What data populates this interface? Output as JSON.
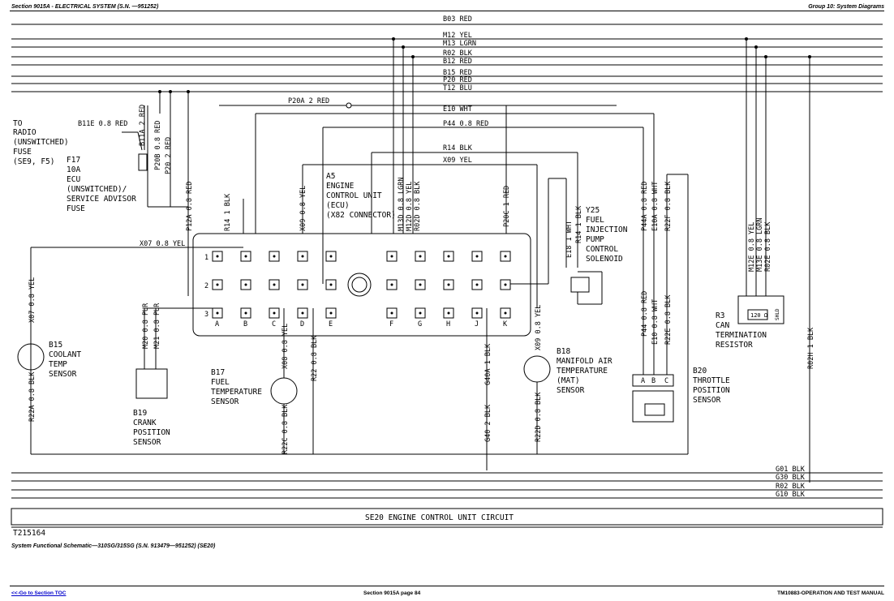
{
  "header": {
    "left": "Section 9015A - ELECTRICAL SYSTEM (S.N. —951252)",
    "right": "Group 10: System Diagrams"
  },
  "wires_top": [
    {
      "label": "B03 RED"
    },
    {
      "label": "M12 YEL"
    },
    {
      "label": "M13 LGRN"
    },
    {
      "label": "R02 BLK"
    },
    {
      "label": "B12 RED"
    },
    {
      "label": "B15 RED"
    },
    {
      "label": "P20 RED"
    },
    {
      "label": "T12 BLU"
    },
    {
      "label": "P20A 2 RED"
    },
    {
      "label": "E10 WHT"
    },
    {
      "label": "P44 0.8 RED"
    },
    {
      "label": "R14 BLK"
    },
    {
      "label": "X09 YEL"
    }
  ],
  "wires_bottom": [
    "G01 BLK",
    "G30 BLK",
    "R02 BLK",
    "G10 BLK"
  ],
  "radio_fuse": {
    "lines": [
      "TO",
      "RADIO",
      "(UNSWITCHED)",
      "FUSE",
      "(SE9, F5)"
    ],
    "wire": "B11E 0.8 RED"
  },
  "f17": {
    "lines": [
      "F17",
      "10A",
      "ECU",
      "(UNSWITCHED)/",
      "SERVICE ADVISOR",
      "FUSE"
    ]
  },
  "ecu": {
    "lines": [
      "A5",
      "ENGINE",
      "CONTROL UNIT",
      "(ECU)",
      "(X82 CONNECTOR)"
    ]
  },
  "connector": {
    "columns": [
      "A",
      "B",
      "C",
      "D",
      "E",
      "F",
      "G",
      "H",
      "J",
      "K"
    ],
    "rows": [
      "1",
      "2",
      "3"
    ]
  },
  "vertical_labels": {
    "b11a": "B11A 2 RED",
    "p20b": "P20B 0.8 RED",
    "p20": "P20 2 RED",
    "p12a": "P12A 0.8 RED",
    "r14": "R14 1 BLK",
    "x09": "X09 0.8 YEL",
    "m13d": "M13D 0.8 LGRN",
    "m12d": "M12D 0.8 YEL",
    "r02d": "R02D 0.8 BLK",
    "p20c": "P20C 1 RED",
    "e18": "E18 1 WHT",
    "r14y": "R14 1 BLK",
    "p44a": "P44A 0.8 RED",
    "e10a": "E10A 0.8 WHT",
    "r22f": "R22F 0.8 BLK",
    "m12e": "M12E 0.8 YEL",
    "m13e": "M13E 0.8 LGRN",
    "r02e": "R02E 0.8 BLK",
    "x07a": "X07 0.8 YEL",
    "r22a": "R22A 0.8 BLK",
    "m20": "M20 0.8 PUR",
    "m21": "M21 0.8 PUR",
    "x08": "X08 0.8 YEL",
    "r22c": "R22C 0.8 BLK",
    "r22": "R22 0.8 BLK",
    "g40a": "G40A 1 BLK",
    "g40": "G40 2 BLK",
    "x09b": "X09 0.8 YEL",
    "r22d": "R22D 0.8 BLK",
    "p44": "P44 0.8 RED",
    "e10": "E10 0.8 WHT",
    "r22e": "R22E 0.8 BLK",
    "r02h": "R02H 1 BLK"
  },
  "x07_wire": "X07 0.8 YEL",
  "y25": {
    "lines": [
      "Y25",
      "FUEL",
      "INJECTION",
      "PUMP",
      "CONTROL",
      "SOLENOID"
    ]
  },
  "r3": {
    "lines": [
      "R3",
      "CAN",
      "TERMINATION",
      "RESISTOR"
    ],
    "value": "120 Ω",
    "shld": "SHLD"
  },
  "b15": {
    "lines": [
      "B15",
      "COOLANT",
      "TEMP",
      "SENSOR"
    ]
  },
  "b19": {
    "lines": [
      "B19",
      "CRANK",
      "POSITION",
      "SENSOR"
    ]
  },
  "b17": {
    "lines": [
      "B17",
      "FUEL",
      "TEMPERATURE",
      "SENSOR"
    ]
  },
  "b18": {
    "lines": [
      "B18",
      "MANIFOLD AIR",
      "TEMPERATURE",
      "(MAT)",
      "SENSOR"
    ]
  },
  "b20": {
    "lines": [
      "B20",
      "THROTTLE",
      "POSITION",
      "SENSOR"
    ],
    "pins": [
      "A",
      "B",
      "C"
    ]
  },
  "circuit_title": "SE20 ENGINE CONTROL UNIT CIRCUIT",
  "drawing_id": "T215164",
  "caption": "System Functional Schematic—310SG/315SG (S.N. 913479—951252) (SE20)",
  "footer": {
    "left": "<<-Go to Section TOC",
    "middle": "Section 9015A page 84",
    "right": "TM10883-OPERATION AND TEST MANUAL"
  }
}
